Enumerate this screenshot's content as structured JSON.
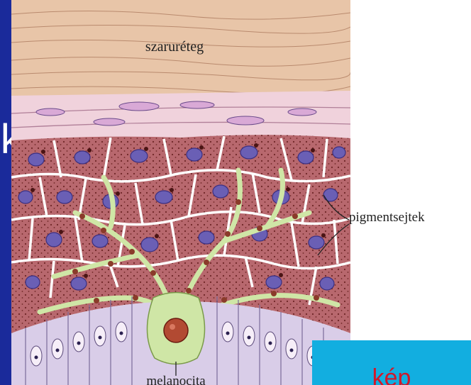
{
  "labels": {
    "stratum": "szaruréteg",
    "pigment": "pigmentsejtek",
    "melanocyte": "melanocita"
  },
  "slide_fragment": "k,",
  "corner_box": {
    "text": "kép"
  },
  "colors": {
    "background": "#1f2fae",
    "corner_box": "#12aee0",
    "corner_text": "#d0182b",
    "keratin": "#e8c5a8",
    "keratinocyte": "#b8686e",
    "nucleus": "#6a5fb5",
    "melanocyte": "#cfe6a6",
    "basal_layer": "#d9cde8"
  }
}
